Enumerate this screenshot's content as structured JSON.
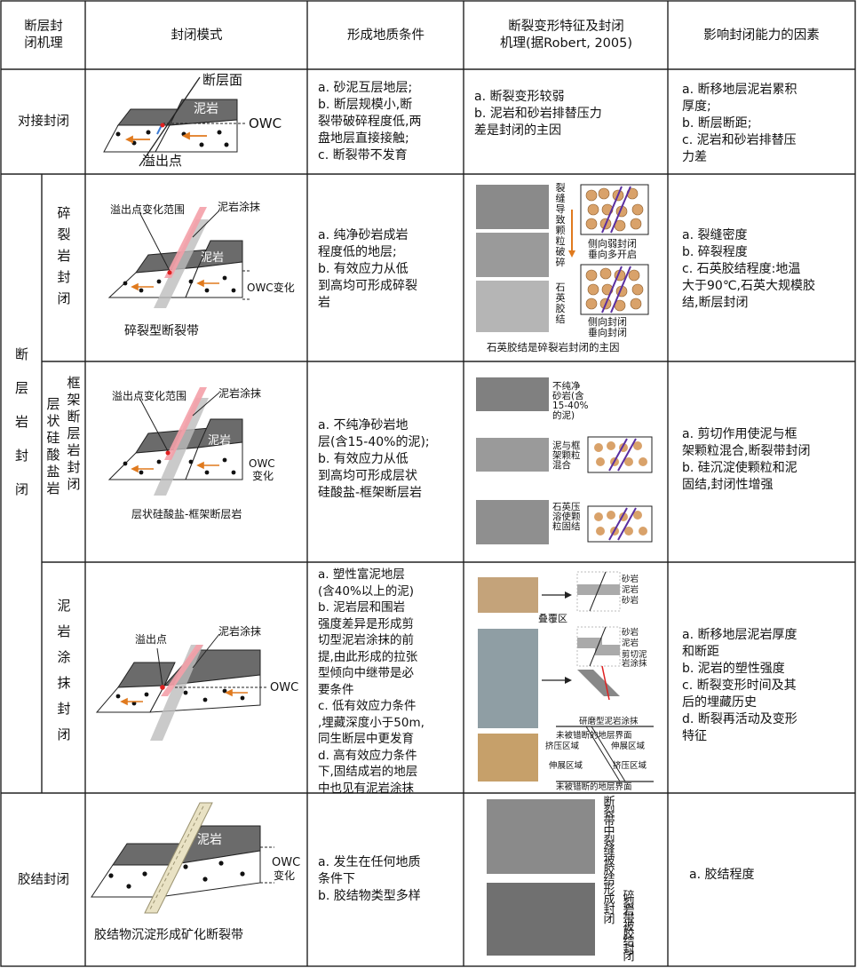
{
  "headers": {
    "mechanism": "断层封\n闭机理",
    "mode": "封闭模式",
    "conditions": "形成地质条件",
    "features": "断裂变形特征及封闭\n机理(据Robert, 2005)",
    "factors": "影响封闭能力的因素"
  },
  "rows": {
    "juxtaposition": {
      "name": "对接封闭",
      "diagram_labels": {
        "fault_plane": "断层面",
        "mudstone": "泥岩",
        "owc": "OWC",
        "spill_point": "溢出点"
      },
      "conditions": "a. 砂泥互层地层;\nb. 断层规模小,断\n裂带破碎程度低,两\n盘地层直接接触;\nc. 断裂带不发育",
      "features": "a. 断裂变形较弱\nb. 泥岩和砂岩排替压力\n差是封闭的主因",
      "factors": "a. 断移地层泥岩累积\n厚度;\nb. 断层断距;\nc. 泥岩和砂岩排替压\n力差"
    },
    "fault_rock_group": "断\n层\n岩\n封\n闭",
    "cataclasite": {
      "name": "碎\n裂\n岩\n封\n闭",
      "diagram_labels": {
        "spill_range": "溢出点变化范围",
        "mud_smear": "泥岩涂抹",
        "mudstone": "泥岩",
        "owc_change": "OWC变化"
      },
      "caption": "碎裂型断裂带",
      "conditions": "a. 纯净砂岩成岩\n程度低的地层;\nb. 有效应力从低\n到高均可形成碎裂\n岩",
      "feature_text_1": "裂\n缝\n导\n致\n颗\n粒\n破\n碎",
      "feature_text_2": "石\n英\n胶\n结",
      "feature_note_1": "侧向弱封闭\n垂向多开启",
      "feature_note_2": "侧向封闭\n垂向封闭",
      "feature_caption": "石英胶结是碎裂岩封闭的主因",
      "factors": "a. 裂缝密度\nb. 碎裂程度\nc. 石英胶结程度:地温\n大于90℃,石英大规模胶\n结,断层封闭"
    },
    "phyllosilicate": {
      "name_col1": "层\n状\n硅\n酸\n盐\n岩",
      "name_col2": "框\n架\n断\n层\n岩\n封\n闭",
      "diagram_labels": {
        "spill_range": "溢出点变化范围",
        "mud_smear": "泥岩涂抹",
        "mudstone": "泥岩",
        "owc": "OWC",
        "change": "变化"
      },
      "caption": "层状硅酸盐-框架断层岩",
      "conditions": "a. 不纯净砂岩地\n层(含15-40%的泥);\nb. 有效应力从低\n到高均可形成层状\n硅酸盐-框架断层岩",
      "feature_text_1": "不纯净\n砂岩(含\n15-40%\n的泥)",
      "feature_text_2": "泥与框\n架颗粒\n混合",
      "feature_text_3": "石英压\n溶使颗\n粒固结",
      "factors": "a. 剪切作用使泥与框\n架颗粒混合,断裂带封闭\nb. 硅沉淀使颗粒和泥\n固结,封闭性增强"
    },
    "clay_smear": {
      "name": "泥\n岩\n涂\n抹\n封\n闭",
      "diagram_labels": {
        "spill_point": "溢出点",
        "mud_smear": "泥岩涂抹",
        "owc": "OWC"
      },
      "conditions": "a. 塑性富泥地层\n(含40%以上的泥)\nb. 泥岩层和围岩\n强度差异是形成剪\n切型泥岩涂抹的前\n提,由此形成的拉张\n型倾向中继带是必\n要条件\nc. 低有效应力条件\n,埋藏深度小于50m,\n同生断层中更发育\nd. 高有效应力条件\n下,固结成岩的地层\n中也见有泥岩涂抹",
      "feature_labels": {
        "sandstone_1": "砂岩",
        "mudstone_1": "泥岩",
        "sandstone_2": "砂岩",
        "sandstone_3": "砂岩",
        "mudstone_2": "泥岩",
        "shear_smear": "剪切泥\n岩涂抹",
        "overlap": "叠覆区",
        "abrasion": "研磨型泥岩涂抹",
        "unbroken_top": "未被错断的地层界面",
        "compression_1": "挤压区域",
        "extension_1": "伸展区域",
        "extension_2": "伸展区域",
        "compression_2": "挤压区域",
        "unbroken_bottom": "未被错断的地层界面"
      },
      "factors": "a. 断移地层泥岩厚度\n和断距\nb. 泥岩的塑性强度\nc. 断裂变形时间及其\n后的埋藏历史\nd. 断裂再活动及变形\n特征"
    },
    "cementation": {
      "name": "胶结封闭",
      "diagram_labels": {
        "mudstone": "泥岩",
        "owc": "OWC",
        "change": "变化"
      },
      "caption": "胶结物沉淀形成矿化断裂带",
      "conditions": "a. 发生在任何地质\n条件下\nb. 胶结物类型多样",
      "feature_text_1": "断\n裂\n带\n中\n裂\n缝\n被\n胶\n结\n形\n成\n封\n闭",
      "feature_text_2": "碎\n裂\n岩\n带\n被\n胶\n结\n封\n闭",
      "factors": "a. 胶结程度"
    }
  },
  "colors": {
    "line": "#222222",
    "block_top": "#6b6b6b",
    "arrow": "#e07a1e",
    "smear": "#f4a0a8",
    "fault_zone": "#bdbdbd",
    "grain": "#d9a26a",
    "photo": "#8a8a8a"
  }
}
